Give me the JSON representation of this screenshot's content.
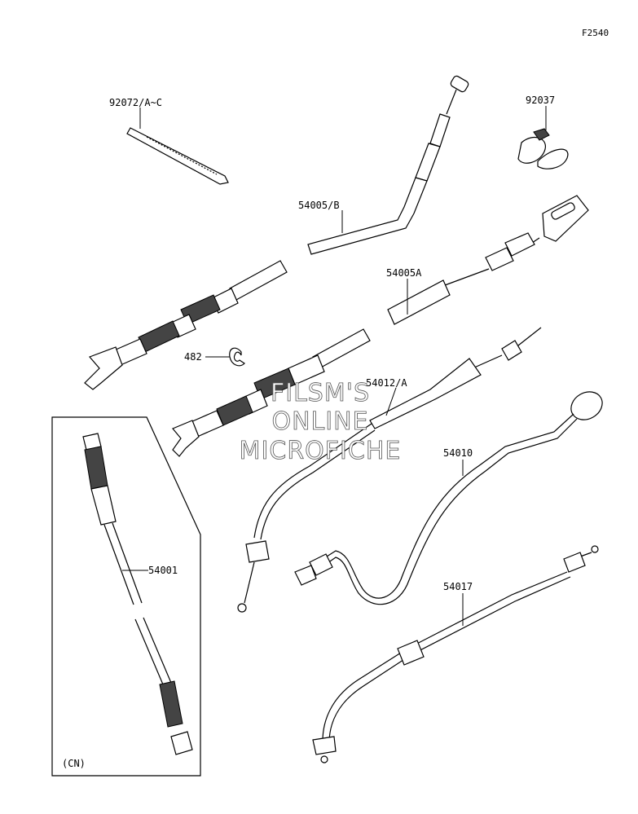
{
  "figure_id": "F2540",
  "parts": [
    {
      "id": "p92072",
      "label": "92072/A~C"
    },
    {
      "id": "p92037",
      "label": "92037"
    },
    {
      "id": "p54005b",
      "label": "54005/B"
    },
    {
      "id": "p54005a",
      "label": "54005A"
    },
    {
      "id": "p482",
      "label": "482"
    },
    {
      "id": "p54012a",
      "label": "54012/A"
    },
    {
      "id": "p54010",
      "label": "54010"
    },
    {
      "id": "p54001",
      "label": "54001"
    },
    {
      "id": "p54017",
      "label": "54017"
    }
  ],
  "inset_note": "(CN)",
  "watermark": [
    "FILSM'S",
    "ONLINE",
    "MICROFICHE"
  ]
}
